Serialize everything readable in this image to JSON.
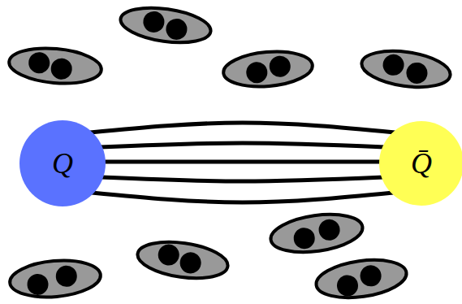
{
  "diagram": {
    "nodes": [
      {
        "text": [
          "Q"
        ]
      },
      {
        "text": [
          "Q̄"
        ]
      }
    ],
    "edges": [
      {
        "from": 0,
        "to": 1,
        "arrow": "none"
      },
      {
        "from": 0,
        "to": 1,
        "arrow": "none"
      },
      {
        "from": 0,
        "to": 1,
        "arrow": "none"
      },
      {
        "from": 0,
        "to": 1,
        "arrow": "none"
      },
      {
        "from": 0,
        "to": 1,
        "arrow": "none"
      }
    ]
  }
}
